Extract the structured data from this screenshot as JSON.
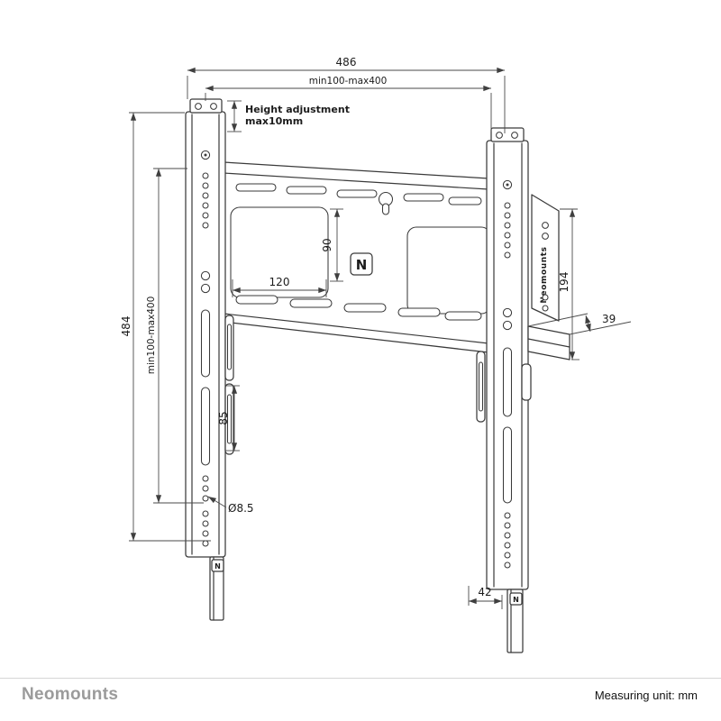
{
  "diagram": {
    "dims": {
      "width_total": "486",
      "vesa_width_range": "min100-max400",
      "height_adjustment_1": "Height adjustment",
      "height_adjustment_2": "max10mm",
      "height_total": "484",
      "vesa_height_range": "min100-max400",
      "cutout_width": "120",
      "cutout_height": "90",
      "slot_length": "85",
      "hole_diameter": "Ø8.5",
      "side_height": "194",
      "wall_distance": "39",
      "bottom_width": "42"
    },
    "labels": {
      "center_logo": "N",
      "left_strip_logo": "N",
      "right_strip_logo": "N",
      "side_brand_vertical": "Neomounts"
    }
  },
  "footer": {
    "brand": "Neomounts",
    "measuring_unit": "Measuring unit: mm"
  }
}
